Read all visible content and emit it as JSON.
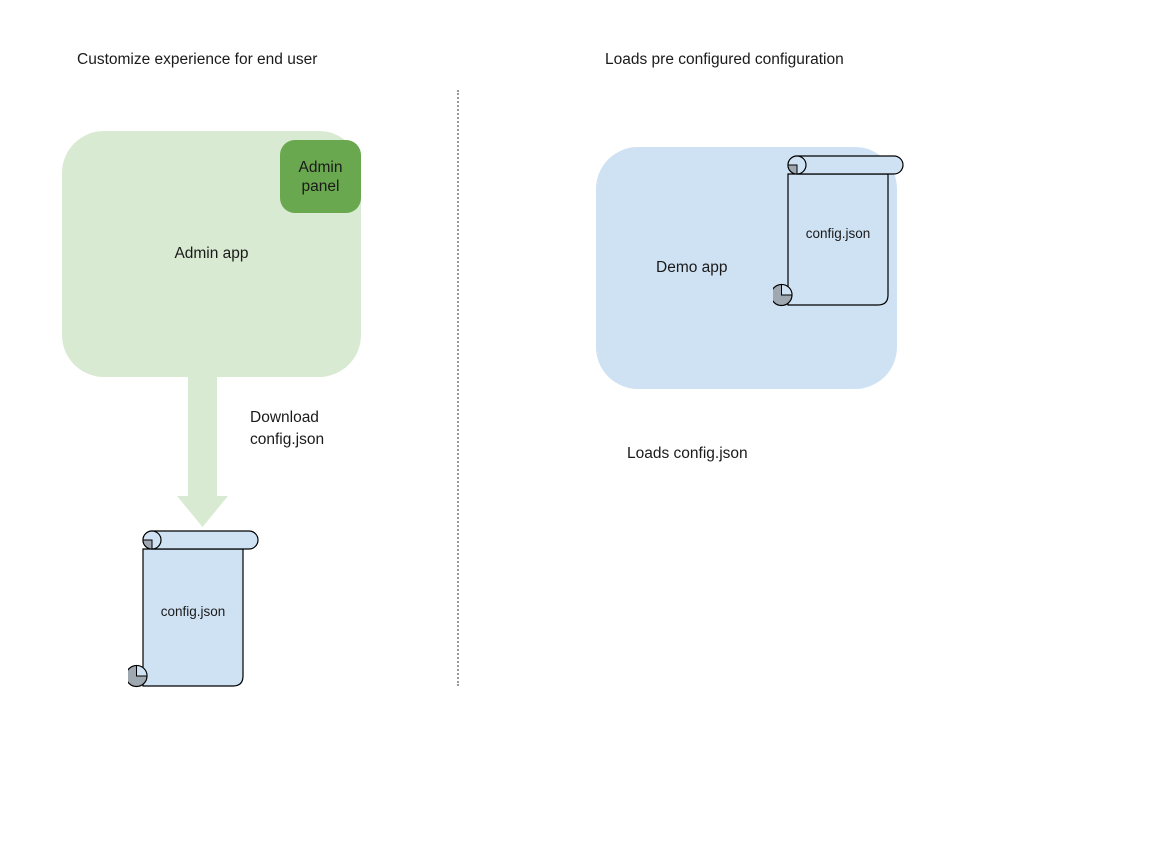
{
  "colors": {
    "light-green": "#d9ead3",
    "green": "#6aa84f",
    "light-blue": "#cfe2f3",
    "scroll-fill": "#cfe2f3",
    "curl-gray": "#9fa8b0",
    "divider": "#9b9b9b",
    "text": "#1a1a1a"
  },
  "left_panel": {
    "title": "Customize experience for end user",
    "admin_app_label": "Admin app",
    "admin_panel_label": "Admin panel",
    "download_label_lines": [
      "Download",
      "config.json"
    ],
    "scroll_label": "config.json"
  },
  "right_panel": {
    "title": "Loads pre configured configuration",
    "demo_app_label": "Demo app",
    "scroll_label": "config.json",
    "caption": "Loads config.json"
  }
}
